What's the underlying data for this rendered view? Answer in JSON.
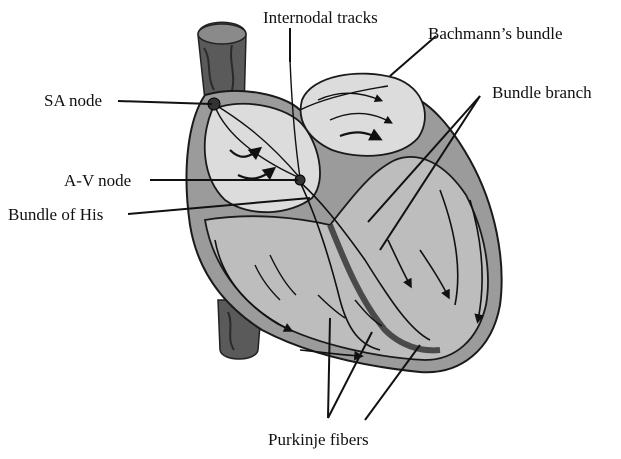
{
  "labels": {
    "internodal_tracks": "Internodal tracks",
    "bachmanns_bundle": "Bachmann’s bundle",
    "sa_node": "SA node",
    "bundle_branch": "Bundle branch",
    "av_node": "A-V node",
    "bundle_of_his": "Bundle of His",
    "purkinje_fibers": "Purkinje fibers"
  },
  "colors": {
    "background": "#ffffff",
    "line": "#111111",
    "tissue_light": "#d6d6d6",
    "tissue_mid": "#a9a9a9",
    "tissue_dark": "#6e6e6e",
    "vessel": "#4a4a4a"
  }
}
